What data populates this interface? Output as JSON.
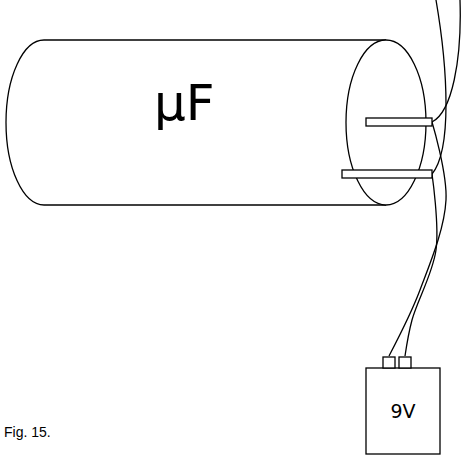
{
  "diagram": {
    "caption": "Fig. 15.",
    "nodes": [
      {
        "text": [
          "μF"
        ]
      },
      {
        "text": [
          "9V"
        ]
      }
    ],
    "edges": [
      {
        "from": 0,
        "to": 1,
        "arrow": "none"
      },
      {
        "from": 0,
        "to": 1,
        "arrow": "none"
      }
    ]
  }
}
